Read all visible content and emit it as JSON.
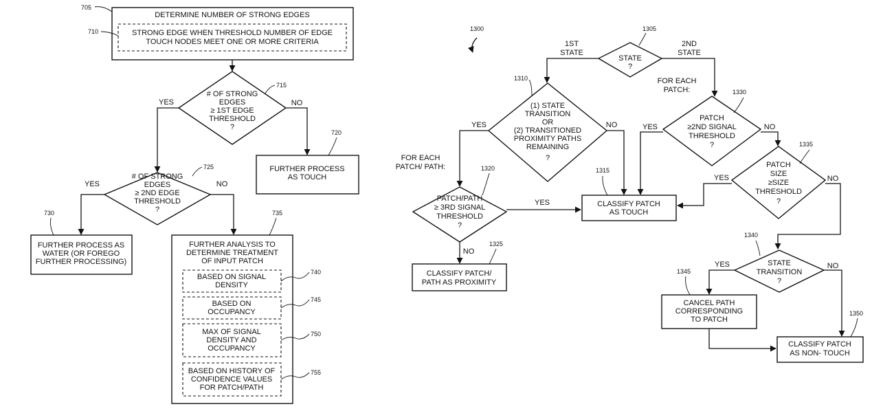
{
  "left_flow": {
    "box_705": {
      "ref": "705",
      "title": "DETERMINE NUMBER OF STRONG EDGES"
    },
    "box_710": {
      "ref": "710",
      "lines": [
        "STRONG EDGE WHEN THRESHOLD NUMBER OF EDGE",
        "TOUCH NODES MEET ONE OR MORE CRITERIA"
      ]
    },
    "dec_715": {
      "ref": "715",
      "lines": [
        "# OF STRONG",
        "EDGES",
        "≥ 1ST EDGE",
        "THRESHOLD",
        "?"
      ],
      "yes": "YES",
      "no": "NO"
    },
    "box_720": {
      "ref": "720",
      "lines": [
        "FURTHER PROCESS",
        "AS TOUCH"
      ]
    },
    "dec_725": {
      "ref": "725",
      "lines": [
        "# OF STRONG",
        "EDGES",
        "≥ 2ND EDGE",
        "THRESHOLD",
        "?"
      ],
      "yes": "YES",
      "no": "NO"
    },
    "box_730": {
      "ref": "730",
      "lines": [
        "FURTHER PROCESS AS",
        "WATER (OR FOREGO",
        "FURTHER PROCESSING)"
      ]
    },
    "box_735": {
      "ref": "735",
      "lines": [
        "FURTHER ANALYSIS TO",
        "DETERMINE TREATMENT",
        "OF INPUT PATCH"
      ]
    },
    "box_740": {
      "ref": "740",
      "lines": [
        "BASED ON SIGNAL",
        "DENSITY"
      ]
    },
    "box_745": {
      "ref": "745",
      "lines": [
        "BASED ON",
        "OCCUPANCY"
      ]
    },
    "box_750": {
      "ref": "750",
      "lines": [
        "MAX OF SIGNAL",
        "DENSITY AND",
        "OCCUPANCY"
      ]
    },
    "box_755": {
      "ref": "755",
      "lines": [
        "BASED ON HISTORY OF",
        "CONFIDENCE VALUES",
        "FOR PATCH/PATH"
      ]
    }
  },
  "right_flow": {
    "fig_ref": "1300",
    "dec_1305": {
      "ref": "1305",
      "lines": [
        "STATE",
        "?"
      ],
      "first": [
        "1ST",
        "STATE"
      ],
      "second": [
        "2ND",
        "STATE"
      ]
    },
    "dec_1310": {
      "ref": "1310",
      "lines": [
        "(1) STATE",
        "TRANSITION",
        "OR",
        "(2) TRANSITIONED",
        "PROXIMITY PATHS",
        "REMAINING",
        "?"
      ],
      "yes": "YES",
      "no": "NO"
    },
    "for_each_patch_path": [
      "FOR EACH",
      "PATCH/ PATH:"
    ],
    "for_each_patch": [
      "FOR EACH",
      "PATCH:"
    ],
    "dec_1320": {
      "ref": "1320",
      "lines": [
        "PATCH/PATH",
        "≥ 3RD SIGNAL",
        "THRESHOLD",
        "?"
      ],
      "yes": "YES",
      "no": "NO"
    },
    "box_1315": {
      "ref": "1315",
      "lines": [
        "CLASSIFY PATCH",
        "AS TOUCH"
      ]
    },
    "box_1325": {
      "ref": "1325",
      "lines": [
        "CLASSIFY PATCH/",
        "PATH AS PROXIMITY"
      ]
    },
    "dec_1330": {
      "ref": "1330",
      "lines": [
        "PATCH",
        "≥2ND SIGNAL",
        "THRESHOLD",
        "?"
      ],
      "yes": "YES",
      "no": "NO"
    },
    "dec_1335": {
      "ref": "1335",
      "lines": [
        "PATCH",
        "SIZE",
        "≥SIZE",
        "THRESHOLD",
        "?"
      ],
      "yes": "YES",
      "no": "NO"
    },
    "dec_1340": {
      "ref": "1340",
      "lines": [
        "STATE",
        "TRANSITION",
        "?"
      ],
      "yes": "YES",
      "no": "NO"
    },
    "box_1345": {
      "ref": "1345",
      "lines": [
        "CANCEL PATH",
        "CORRESPONDING",
        "TO PATCH"
      ]
    },
    "box_1350": {
      "ref": "1350",
      "lines": [
        "CLASSIFY PATCH",
        "AS NON- TOUCH"
      ]
    }
  }
}
